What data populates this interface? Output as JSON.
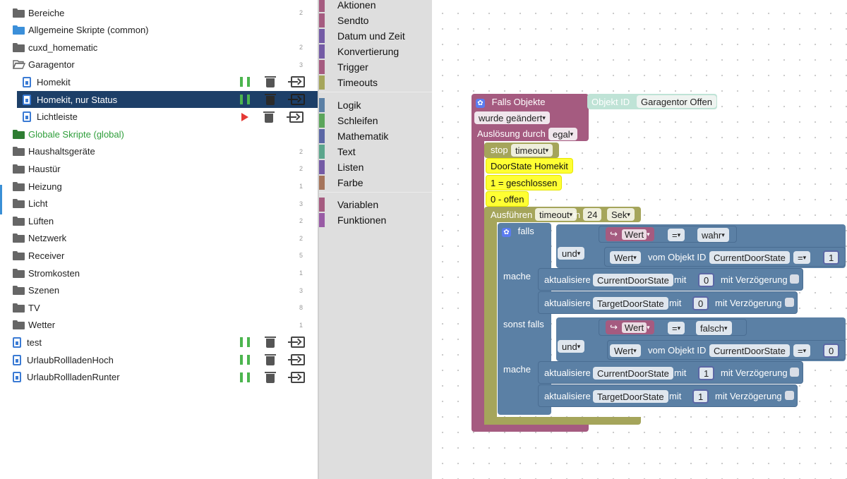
{
  "tree": [
    {
      "label": "Bereiche",
      "type": "folder",
      "count": "2",
      "color": "#666666"
    },
    {
      "label": "Allgemeine Skripte (common)",
      "type": "folder",
      "count": "",
      "color": "#3b8fd9"
    },
    {
      "label": "cuxd_homematic",
      "type": "folder",
      "count": "2",
      "color": "#666666"
    },
    {
      "label": "Garagentor",
      "type": "folder-open",
      "count": "3",
      "color": "#666666"
    },
    {
      "label": "Homekit",
      "type": "script",
      "state": "running",
      "indent": true
    },
    {
      "label": "Homekit, nur Status",
      "type": "script",
      "state": "running",
      "indent": true,
      "selected": true
    },
    {
      "label": "Lichtleiste",
      "type": "script",
      "state": "stopped",
      "indent": true
    },
    {
      "label": "Globale Skripte (global)",
      "type": "folder",
      "count": "",
      "color": "#2e7d32"
    },
    {
      "label": "Haushaltsgeräte",
      "type": "folder",
      "count": "2",
      "color": "#666666"
    },
    {
      "label": "Haustür",
      "type": "folder",
      "count": "2",
      "color": "#666666"
    },
    {
      "label": "Heizung",
      "type": "folder",
      "count": "1",
      "color": "#666666"
    },
    {
      "label": "Licht",
      "type": "folder",
      "count": "3",
      "color": "#666666"
    },
    {
      "label": "Lüften",
      "type": "folder",
      "count": "2",
      "color": "#666666"
    },
    {
      "label": "Netzwerk",
      "type": "folder",
      "count": "2",
      "color": "#666666"
    },
    {
      "label": "Receiver",
      "type": "folder",
      "count": "5",
      "color": "#666666"
    },
    {
      "label": "Stromkosten",
      "type": "folder",
      "count": "1",
      "color": "#666666"
    },
    {
      "label": "Szenen",
      "type": "folder",
      "count": "3",
      "color": "#666666"
    },
    {
      "label": "TV",
      "type": "folder",
      "count": "8",
      "color": "#666666"
    },
    {
      "label": "Wetter",
      "type": "folder",
      "count": "1",
      "color": "#666666"
    },
    {
      "label": "test",
      "type": "script",
      "state": "running"
    },
    {
      "label": "UrlaubRollladenHoch",
      "type": "script",
      "state": "running"
    },
    {
      "label": "UrlaubRollladenRunter",
      "type": "script",
      "state": "running"
    }
  ],
  "categories": [
    {
      "label": "Aktionen",
      "color": "#a55b80"
    },
    {
      "label": "Sendto",
      "color": "#a55b80"
    },
    {
      "label": "Datum und Zeit",
      "color": "#745ba5"
    },
    {
      "label": "Konvertierung",
      "color": "#745ba5"
    },
    {
      "label": "Trigger",
      "color": "#a55b80"
    },
    {
      "label": "Timeouts",
      "color": "#a5a55b"
    },
    {
      "label": "Logik",
      "color": "#5b80a5"
    },
    {
      "label": "Schleifen",
      "color": "#5ba55b"
    },
    {
      "label": "Mathematik",
      "color": "#5b67a5"
    },
    {
      "label": "Text",
      "color": "#5ba58c"
    },
    {
      "label": "Listen",
      "color": "#745ba5"
    },
    {
      "label": "Farbe",
      "color": "#a5745b"
    },
    {
      "label": "Variablen",
      "color": "#a55b80"
    },
    {
      "label": "Funktionen",
      "color": "#995ba5"
    }
  ],
  "blocks": {
    "trigger_title": "Falls Objekte",
    "object_id_label": "Objekt ID",
    "object_id_value": "Garagentor Offen",
    "changed": "wurde geändert",
    "trigger_by": "Auslösung durch",
    "trigger_by_value": "egal",
    "stop": "stop",
    "timeout": "timeout",
    "comment1": "DoorState Homekit",
    "comment2": "1 = geschlossen",
    "comment3": "0 - offen",
    "run": "Ausführen",
    "in": "in",
    "delay": "24",
    "unit": "Sek",
    "if": "falls",
    "and": "und",
    "do": "mache",
    "else_if": "sonst falls",
    "wert": "Wert",
    "eq": "=",
    "true": "wahr",
    "false": "falsch",
    "of_object": "vom Objekt ID",
    "current_state": "CurrentDoorState",
    "target_state": "TargetDoorState",
    "update": "aktualisiere",
    "with": "mit",
    "with_delay": "mit Verzögerung",
    "zero": "0",
    "one": "1"
  }
}
